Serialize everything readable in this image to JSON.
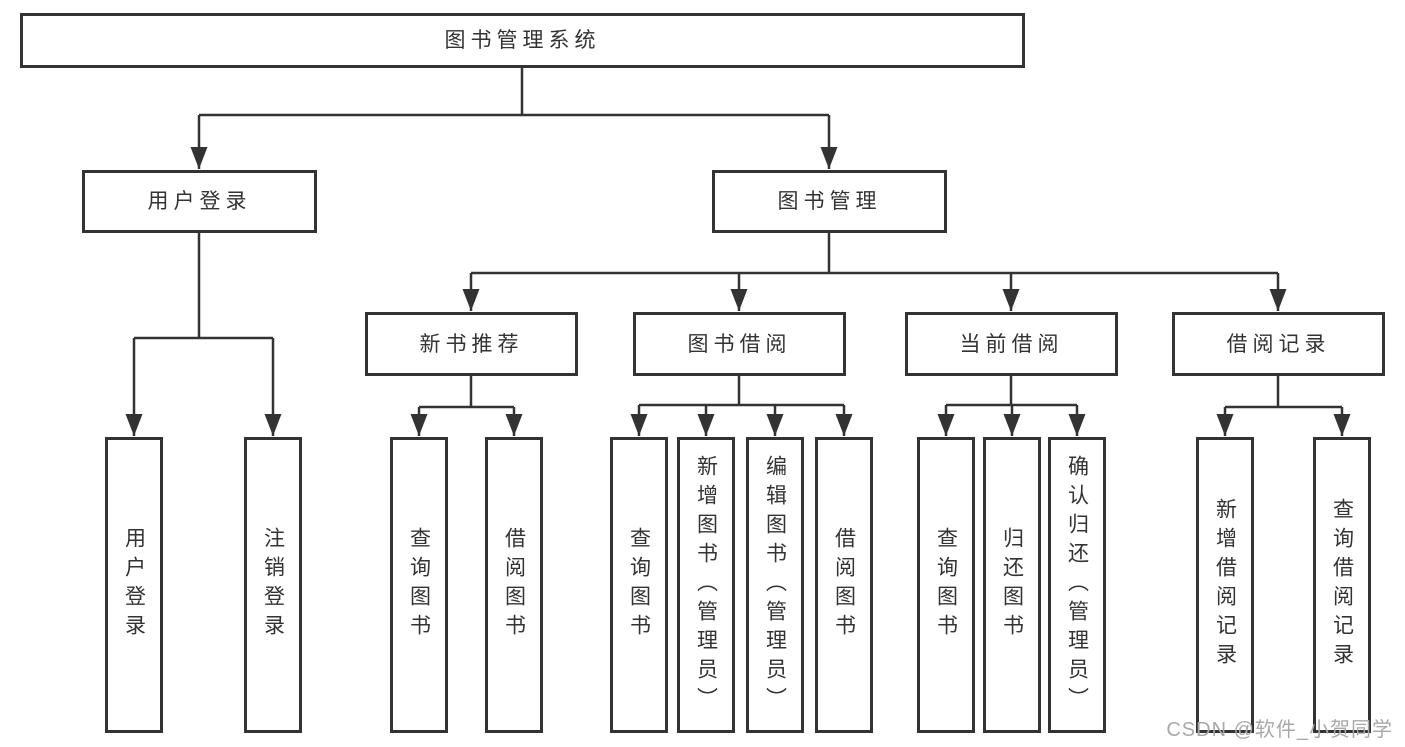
{
  "colors": {
    "line": "#333333",
    "text": "#333333",
    "background": "#ffffff",
    "watermark": "#a8a8a8"
  },
  "root": {
    "label": "图书管理系统"
  },
  "level2": [
    {
      "label": "用户登录"
    },
    {
      "label": "图书管理"
    }
  ],
  "level3": [
    {
      "label": "新书推荐"
    },
    {
      "label": "图书借阅"
    },
    {
      "label": "当前借阅"
    },
    {
      "label": "借阅记录"
    }
  ],
  "leaves": {
    "user": [
      {
        "label": "用户登录"
      },
      {
        "label": "注销登录"
      }
    ],
    "new_books": [
      {
        "label": "查询图书"
      },
      {
        "label": "借阅图书"
      }
    ],
    "borrowing": [
      {
        "label": "查询图书"
      },
      {
        "label": "新增图书（管理员）"
      },
      {
        "label": "编辑图书（管理员）"
      },
      {
        "label": "借阅图书"
      }
    ],
    "current": [
      {
        "label": "查询图书"
      },
      {
        "label": "归还图书"
      },
      {
        "label": "确认归还（管理员）"
      }
    ],
    "records": [
      {
        "label": "新增借阅记录"
      },
      {
        "label": "查询借阅记录"
      }
    ]
  },
  "watermark": "CSDN @软件_小贺同学"
}
